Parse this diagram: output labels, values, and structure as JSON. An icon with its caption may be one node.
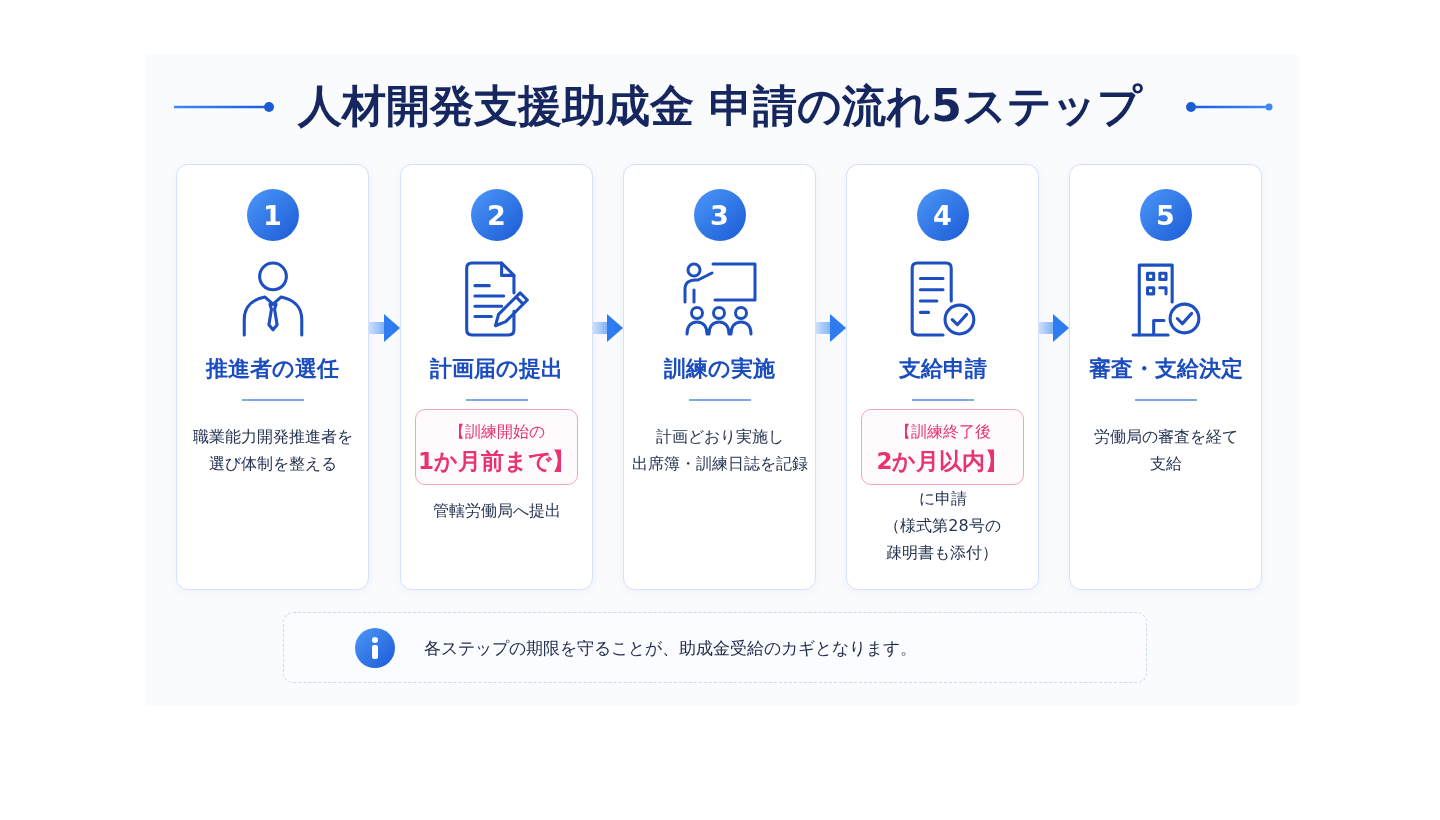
{
  "diagram": {
    "title": "人材開発支援助成金 申請の流れ5ステップ",
    "nodes": [
      {
        "text": [
          "1",
          "推進者の選任",
          "職業能力開発推進者を選び体制を整える"
        ]
      },
      {
        "text": [
          "2",
          "計画届の提出",
          "管轄労働局へ提出"
        ]
      },
      {
        "text": [
          "【訓練開始の",
          "1か月前まで】"
        ],
        "in": 1
      },
      {
        "text": [
          "3",
          "訓練の実施",
          "計画どおり実施し",
          "出席簿・訓練日誌を記録"
        ]
      },
      {
        "text": [
          "4",
          "支給申請",
          "に申請",
          "（様式第28号の疎明書も添付）"
        ]
      },
      {
        "text": [
          "【訓練終了後",
          "2か月以内】"
        ],
        "in": 4
      },
      {
        "text": [
          "5",
          "審査・支給決定",
          "労働局の審査を経て支給"
        ]
      },
      {
        "text": [
          "各ステップの期限を守ることが、助成金受給のカギとなります。"
        ]
      }
    ],
    "edges": [
      {
        "from": 0,
        "to": 1,
        "arrow": "to",
        "style": "thick"
      },
      {
        "from": 1,
        "to": 3,
        "arrow": "to",
        "style": "thick"
      },
      {
        "from": 3,
        "to": 4,
        "arrow": "to",
        "style": "thick"
      },
      {
        "from": 4,
        "to": 6,
        "arrow": "to",
        "style": "thick"
      }
    ]
  }
}
